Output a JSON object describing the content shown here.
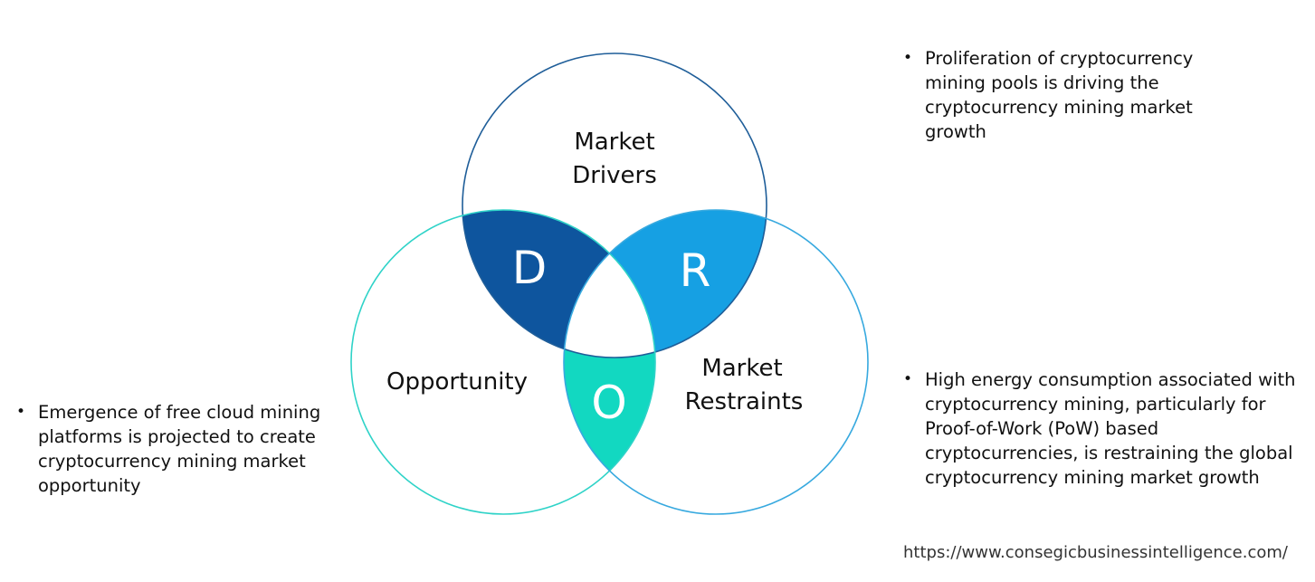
{
  "diagram": {
    "circles": {
      "drivers": {
        "label_line1": "Market",
        "label_line2": "Drivers",
        "stroke": "#1F5E99"
      },
      "opportunity": {
        "label": "Opportunity",
        "stroke": "#2FD3C8"
      },
      "restraints": {
        "label_line1": "Market",
        "label_line2": "Restraints",
        "stroke": "#37A9DF"
      }
    },
    "overlaps": {
      "d": {
        "letter": "D",
        "color": "#0E559E"
      },
      "r": {
        "letter": "R",
        "color": "#16A0E3"
      },
      "o": {
        "letter": "O",
        "color": "#12D8C1"
      }
    }
  },
  "bullets": {
    "drivers": "Proliferation of cryptocurrency mining pools is driving the cryptocurrency mining market growth",
    "restraints": "High energy consumption associated with cryptocurrency mining, particularly for Proof-of-Work (PoW) based cryptocurrencies, is restraining the global cryptocurrency mining market growth",
    "opportunity": "Emergence of free cloud mining platforms is projected to create cryptocurrency mining market opportunity",
    "marker": "•"
  },
  "source": {
    "url": "https://www.consegicbusinessintelligence.com/"
  }
}
